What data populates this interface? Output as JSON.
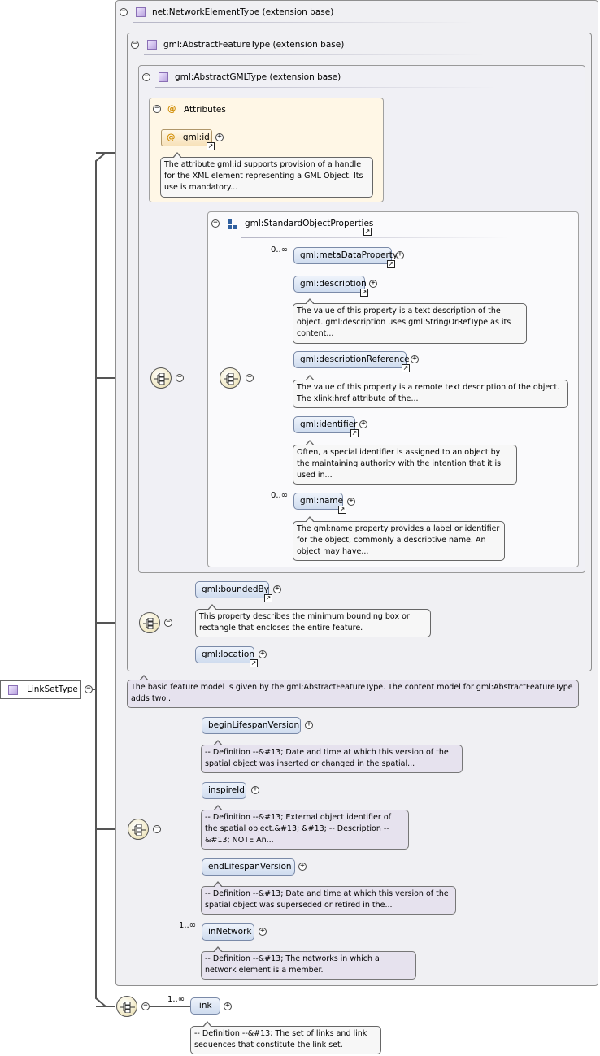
{
  "root": {
    "label": "LinkSetType"
  },
  "boxes": {
    "network": "net:NetworkElementType (extension base)",
    "feature": "gml:AbstractFeatureType (extension base)",
    "gml": "gml:AbstractGMLType (extension base)",
    "attributes": "Attributes",
    "std": "gml:StandardObjectProperties"
  },
  "attribute": {
    "name": "gml:id",
    "desc": "The attribute gml:id supports provision of a handle for the XML element representing a GML Object. Its use is mandatory..."
  },
  "std_elements": [
    {
      "name": "gml:metaDataProperty",
      "mult": "0..∞",
      "desc": ""
    },
    {
      "name": "gml:description",
      "mult": "",
      "desc": "The value of this property is a text description of the object. gml:description uses gml:StringOrRefType as its content..."
    },
    {
      "name": "gml:descriptionReference",
      "mult": "",
      "desc": "The value of this property is a remote text description of the object. The xlink:href attribute of the..."
    },
    {
      "name": "gml:identifier",
      "mult": "",
      "desc": "Often, a special identifier is assigned to an object by the maintaining authority with the intention that it is used in..."
    },
    {
      "name": "gml:name",
      "mult": "0..∞",
      "desc": "The gml:name property provides a label or identifier for the object, commonly a descriptive name. An object may have..."
    }
  ],
  "feature_elements": [
    {
      "name": "gml:boundedBy",
      "desc": "This property describes the minimum bounding box or rectangle that encloses the entire feature."
    },
    {
      "name": "gml:location",
      "desc": ""
    }
  ],
  "feature_desc": "The basic feature model is given by the gml:AbstractFeatureType. The content model for gml:AbstractFeatureType adds two...",
  "network_elements": [
    {
      "name": "beginLifespanVersion",
      "mult": "",
      "desc": "-- Definition --&#13; Date and time at which this version of the spatial object was inserted or changed in the spatial..."
    },
    {
      "name": "inspireId",
      "mult": "",
      "desc": "-- Definition --&#13; External object identifier of the spatial object.&#13; &#13; -- Description --&#13; NOTE An..."
    },
    {
      "name": "endLifespanVersion",
      "mult": "",
      "desc": "-- Definition --&#13; Date and time at which this version of the spatial object was superseded or retired in the..."
    },
    {
      "name": "inNetwork",
      "mult": "1..∞",
      "desc": "-- Definition --&#13; The networks in which a network element is a member."
    }
  ],
  "link": {
    "name": "link",
    "mult": "1..∞",
    "desc": "-- Definition --&#13; The set of links and link sequences that constitute the link set."
  },
  "colors": {
    "attr_box": "#fff7e6",
    "element": "#cfdcef",
    "violet_desc": "#e6e2ee"
  }
}
